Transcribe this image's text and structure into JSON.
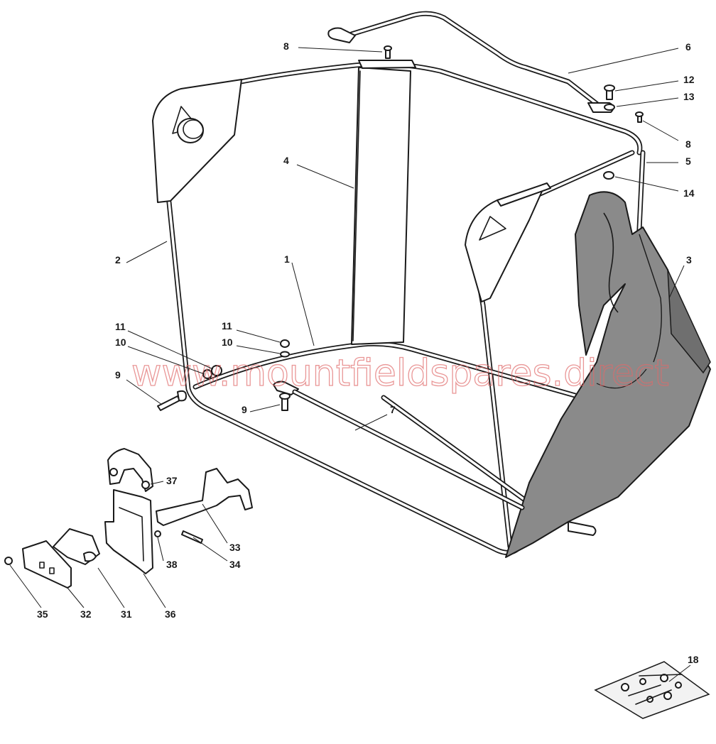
{
  "watermark": "www.mountfieldspares.direct",
  "callouts": [
    {
      "id": "c8a",
      "label": "8"
    },
    {
      "id": "c6",
      "label": "6"
    },
    {
      "id": "c12",
      "label": "12"
    },
    {
      "id": "c13",
      "label": "13"
    },
    {
      "id": "c8b",
      "label": "8"
    },
    {
      "id": "c5",
      "label": "5"
    },
    {
      "id": "c14",
      "label": "14"
    },
    {
      "id": "c4",
      "label": "4"
    },
    {
      "id": "c2",
      "label": "2"
    },
    {
      "id": "c1",
      "label": "1"
    },
    {
      "id": "c3",
      "label": "3"
    },
    {
      "id": "c11a",
      "label": "11"
    },
    {
      "id": "c10a",
      "label": "10"
    },
    {
      "id": "c11b",
      "label": "11"
    },
    {
      "id": "c10b",
      "label": "10"
    },
    {
      "id": "c9a",
      "label": "9"
    },
    {
      "id": "c9b",
      "label": "9"
    },
    {
      "id": "c7",
      "label": "7"
    },
    {
      "id": "c37",
      "label": "37"
    },
    {
      "id": "c33",
      "label": "33"
    },
    {
      "id": "c34",
      "label": "34"
    },
    {
      "id": "c38",
      "label": "38"
    },
    {
      "id": "c35",
      "label": "35"
    },
    {
      "id": "c32",
      "label": "32"
    },
    {
      "id": "c31",
      "label": "31"
    },
    {
      "id": "c36",
      "label": "36"
    },
    {
      "id": "c18",
      "label": "18"
    }
  ]
}
